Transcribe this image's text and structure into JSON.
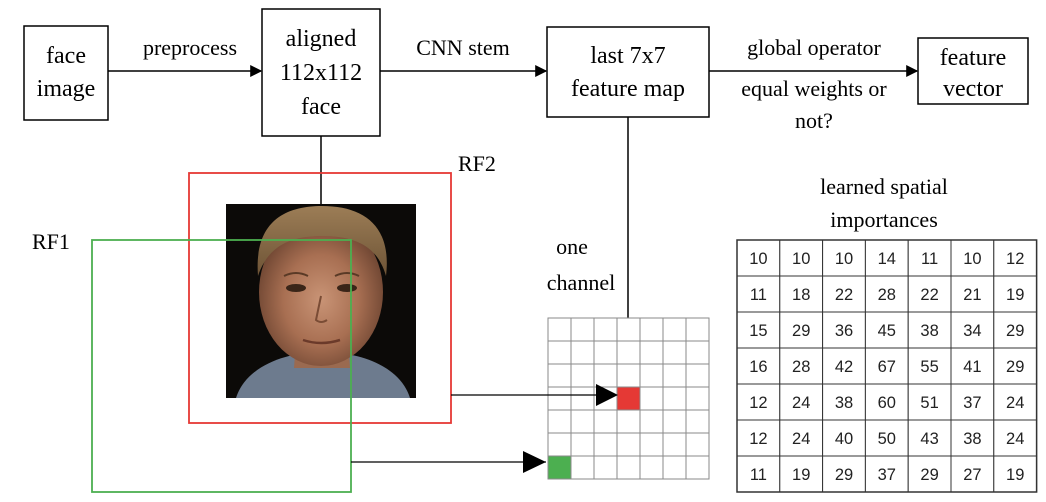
{
  "boxes": {
    "face_image": [
      "face",
      "image"
    ],
    "aligned_face": [
      "aligned",
      "112x112",
      "face"
    ],
    "feature_map": [
      "last 7x7",
      "feature map"
    ],
    "feature_vector": [
      "feature",
      "vector"
    ]
  },
  "edges": {
    "preprocess": "preprocess",
    "cnn_stem": "CNN stem",
    "global_operator": [
      "global operator",
      "equal weights or",
      "not?"
    ]
  },
  "receptive_fields": {
    "rf1": {
      "label": "RF1",
      "color": "#4caf50"
    },
    "rf2": {
      "label": "RF2",
      "color": "#e53935"
    }
  },
  "channel": {
    "label": [
      "one",
      "channel"
    ],
    "size": 7,
    "highlights": [
      {
        "row": 3,
        "col": 3,
        "color": "#e53935"
      },
      {
        "row": 6,
        "col": 0,
        "color": "#4caf50"
      }
    ]
  },
  "importances": {
    "title": [
      "learned spatial",
      "importances"
    ],
    "rows": [
      [
        10,
        10,
        10,
        14,
        11,
        10,
        12
      ],
      [
        11,
        18,
        22,
        28,
        22,
        21,
        19
      ],
      [
        15,
        29,
        36,
        45,
        38,
        34,
        29
      ],
      [
        16,
        28,
        42,
        67,
        55,
        41,
        29
      ],
      [
        12,
        24,
        38,
        60,
        51,
        37,
        24
      ],
      [
        12,
        24,
        40,
        50,
        43,
        38,
        24
      ],
      [
        11,
        19,
        29,
        37,
        29,
        27,
        19
      ]
    ]
  }
}
